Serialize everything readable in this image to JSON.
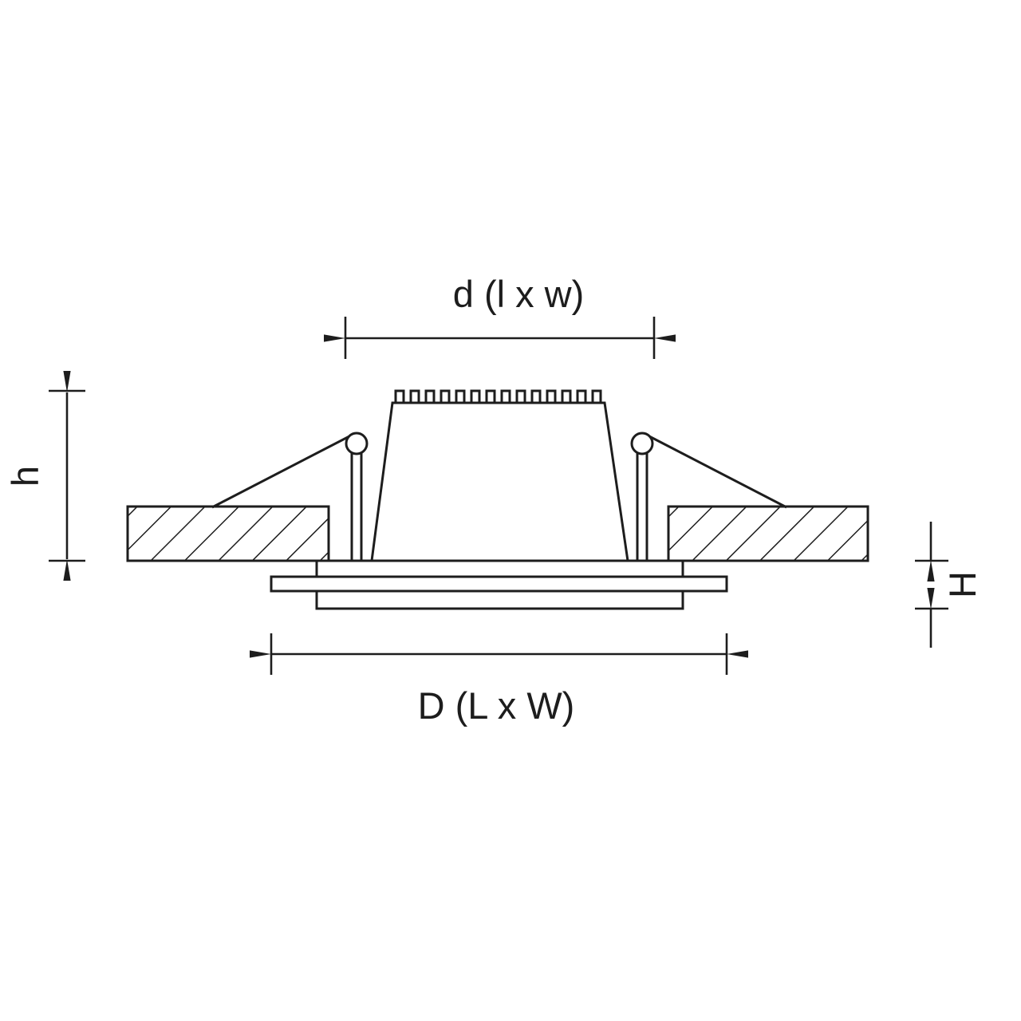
{
  "diagram": {
    "type": "technical-dimension-drawing",
    "subject": "recessed-downlight-mounting-cross-section",
    "background_color": "#ffffff",
    "line_color": "#1d1d1d",
    "dimensions": {
      "cutout": {
        "label": "d (l x w)"
      },
      "recess_depth": {
        "label": "h"
      },
      "protrusion": {
        "label": "H"
      },
      "overall": {
        "label": "D (L x W)"
      }
    }
  }
}
